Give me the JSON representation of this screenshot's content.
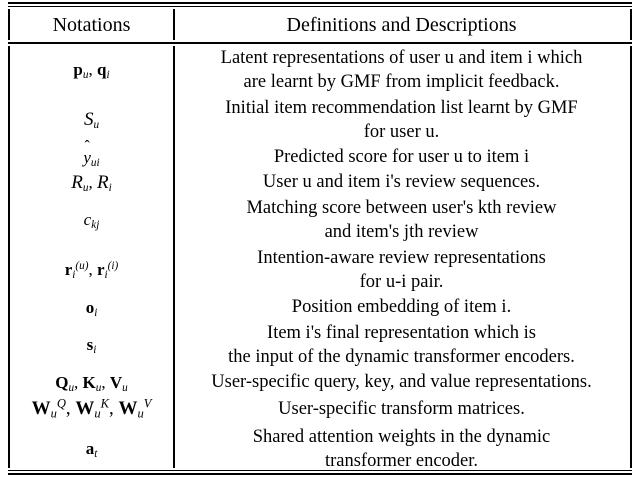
{
  "table": {
    "headers": {
      "notations": "Notations",
      "definitions": "Definitions and Descriptions"
    },
    "rows": [
      {
        "notation_plain": "p_u, q_i",
        "definition_lines": [
          "Latent representations of user u and item i which",
          "are learnt by GMF from implicit feedback."
        ]
      },
      {
        "notation_plain": "S_u",
        "definition_lines": [
          "Initial item recommendation list learnt by GMF",
          "for user u."
        ]
      },
      {
        "notation_plain": "ŷ_ui",
        "definition_lines": [
          "Predicted score for user u to item i"
        ]
      },
      {
        "notation_plain": "R_u, R_i",
        "definition_lines": [
          "User u and item i's review sequences."
        ]
      },
      {
        "notation_plain": "c_kj",
        "definition_lines": [
          "Matching score between user's kth review",
          "and item's jth review"
        ]
      },
      {
        "notation_plain": "r_i^(u), r_i^(i)",
        "definition_lines": [
          "Intention-aware review representations",
          "for u-i pair."
        ]
      },
      {
        "notation_plain": "o_i",
        "definition_lines": [
          "Position embedding of item i."
        ]
      },
      {
        "notation_plain": "s_i",
        "definition_lines": [
          "Item i's final representation which is",
          "the input of the dynamic transformer encoders."
        ]
      },
      {
        "notation_plain": "Q_u, K_u, V_u",
        "definition_lines": [
          "User-specific query, key, and value representations."
        ]
      },
      {
        "notation_plain": "W_u^Q, W_u^K, W_u^V",
        "definition_lines": [
          "User-specific transform matrices."
        ]
      },
      {
        "notation_plain": "a_t",
        "definition_lines": [
          "Shared attention weights in the dynamic",
          "transformer encoder."
        ]
      }
    ]
  }
}
